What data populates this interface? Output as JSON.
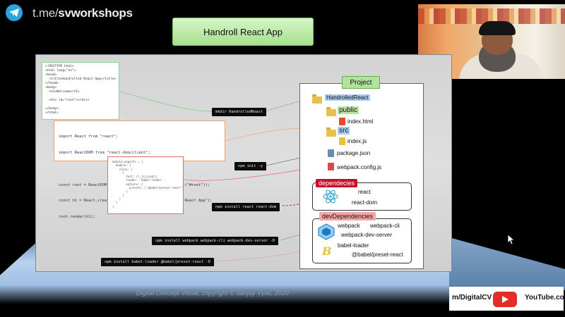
{
  "header": {
    "telegram_link_prefix": "t.me/",
    "telegram_link_name": "svworkshops"
  },
  "title": "Handroll React App",
  "html_code": "<!DOCTYPE html>\n<html lang=\"en\">\n<head>\n  <title>Handrolled React App</title>\n</head>\n<body>\n  <h1>Welcome</h1>\n\n  <div id=\"root\"></div>\n\n</body>\n</html>",
  "js_code": {
    "line1": "import React from \"react\";",
    "line2": "import ReactDOM from \"react-dom/client\";",
    "line3": "const root = ReactDOM.createRoot(document.querySelector(\"#root\"));",
    "line4": "const h1 = React.createElement(\"h1\", null, \"Handrolled React App\");",
    "line5": "root.render(h1);"
  },
  "babel_code": "module.exports = {\n  module: {\n    rules: [\n      {\n        test: /\\.js|jsx$/i,\n        loader: 'babel-loader',\n        options: {\n          presets: ['@babel/preset-react']\n        }\n      }\n    ]\n  }\n}",
  "commands": {
    "mkdir": "mkdir HandrolledReact",
    "npm_init": "npm init -y",
    "npm_react": "npm install react react-dom",
    "npm_webpack": "npm install webpack webpack-cli webpack-dev-server -D",
    "npm_babel": "npm install babel-loader @babel/preset-react -D"
  },
  "project": {
    "label": "Project",
    "root_folder": "HandrolledReact",
    "public_folder": "public",
    "index_html": "index.html",
    "src_folder": "src",
    "index_js": "index.js",
    "package_json": "package.json",
    "webpack_config": "webpack.config.js",
    "dependencies_label": "dependecies",
    "dependencies": [
      "react",
      "react-dom"
    ],
    "dev_dependencies_label": "devDependencies",
    "dev_dependencies": [
      "webpack",
      "webpack-cli",
      "webpack-dev-server",
      "babel-loader",
      "@babel/preset-react"
    ]
  },
  "footer": {
    "credit": "Digital Concept Visual, copyright © Sanjay Vyas, 2020",
    "yt_handle": "m/DigitalCV",
    "yt_domain": "YouTube.com"
  },
  "colors": {
    "title_green": "#a5e08c",
    "dep_red": "#c8102e",
    "devdep_pink": "#f6a5a5",
    "telegram_blue": "#2aa3df"
  }
}
